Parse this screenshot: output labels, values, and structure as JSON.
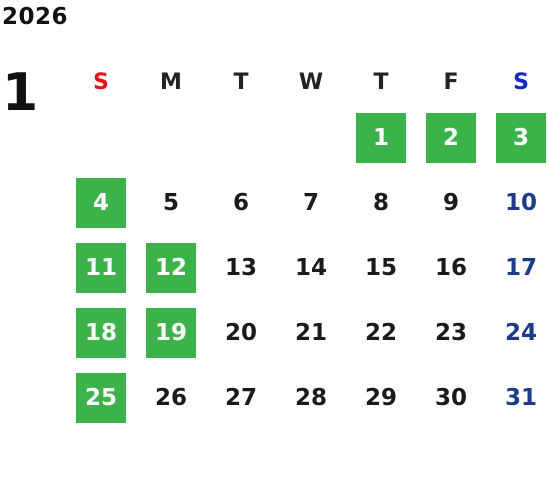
{
  "calendar": {
    "year": "2026",
    "month": "1",
    "colors": {
      "holiday_bg": "#3bb34a",
      "sunday_header": "#e8121a",
      "saturday_header": "#1428c8",
      "saturday_text": "#1e3a8a"
    },
    "weekdays": [
      "S",
      "M",
      "T",
      "W",
      "T",
      "F",
      "S"
    ],
    "weeks": [
      [
        {
          "label": ""
        },
        {
          "label": ""
        },
        {
          "label": ""
        },
        {
          "label": ""
        },
        {
          "label": "1",
          "holiday": true
        },
        {
          "label": "2",
          "holiday": true
        },
        {
          "label": "3",
          "holiday": true
        }
      ],
      [
        {
          "label": "4",
          "holiday": true
        },
        {
          "label": "5"
        },
        {
          "label": "6"
        },
        {
          "label": "7"
        },
        {
          "label": "8"
        },
        {
          "label": "9"
        },
        {
          "label": "10"
        }
      ],
      [
        {
          "label": "11",
          "holiday": true
        },
        {
          "label": "12",
          "holiday": true
        },
        {
          "label": "13"
        },
        {
          "label": "14"
        },
        {
          "label": "15"
        },
        {
          "label": "16"
        },
        {
          "label": "17"
        }
      ],
      [
        {
          "label": "18",
          "holiday": true
        },
        {
          "label": "19",
          "holiday": true
        },
        {
          "label": "20"
        },
        {
          "label": "21"
        },
        {
          "label": "22"
        },
        {
          "label": "23"
        },
        {
          "label": "24"
        }
      ],
      [
        {
          "label": "25",
          "holiday": true
        },
        {
          "label": "26"
        },
        {
          "label": "27"
        },
        {
          "label": "28"
        },
        {
          "label": "29"
        },
        {
          "label": "30"
        },
        {
          "label": "31"
        }
      ]
    ]
  }
}
